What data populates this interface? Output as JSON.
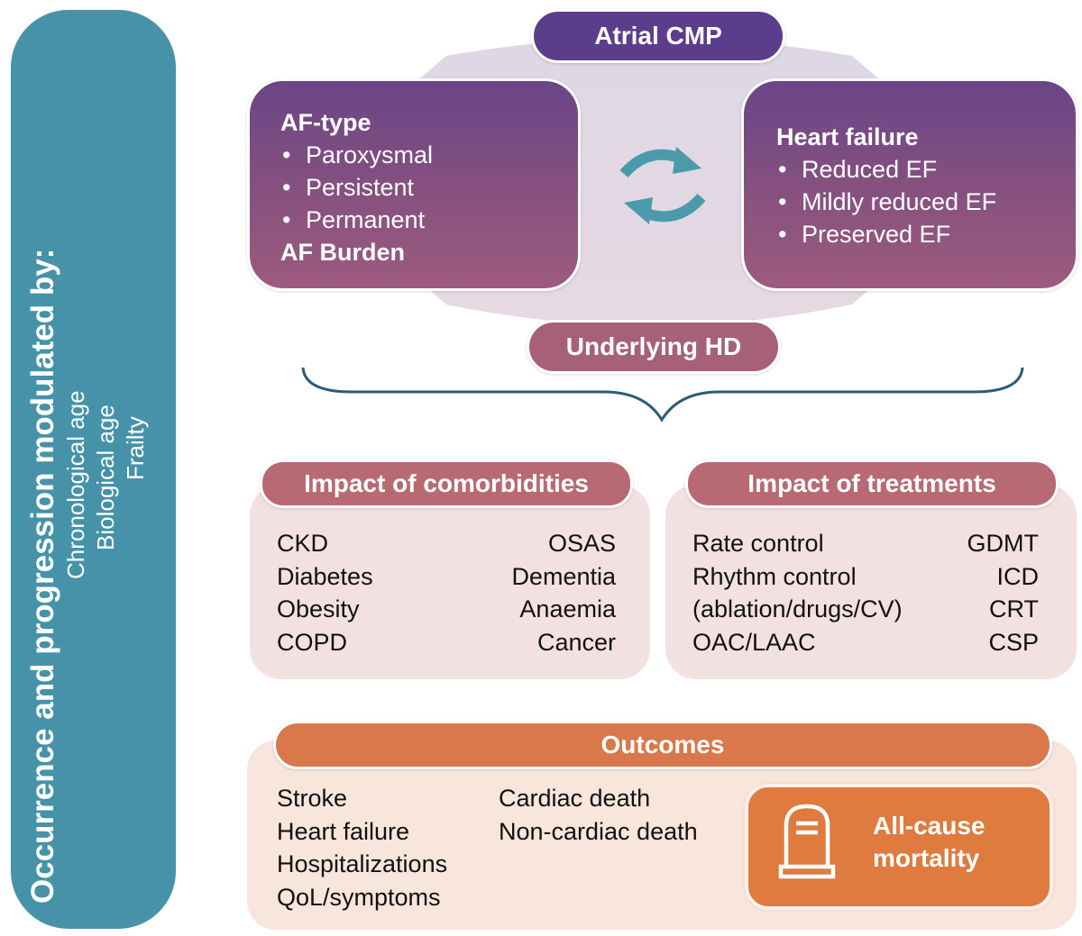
{
  "modulator": {
    "title": "Occurrence and progression modulated by:",
    "factors": [
      "Chronological age",
      "Biological age",
      "Frailty"
    ],
    "color": "#4692a9"
  },
  "core": {
    "top_label": "Atrial CMP",
    "bottom_label": "Underlying HD",
    "cycle_icon": "bidirectional-cycle-arrows",
    "af_box": {
      "heading": "AF-type",
      "bullet": "•",
      "items": [
        "Paroxysmal",
        "Persistent",
        "Permanent"
      ],
      "footer": "AF Burden"
    },
    "hf_box": {
      "heading": "Heart failure",
      "bullet": "•",
      "items": [
        "Reduced EF",
        "Mildly reduced EF",
        "Preserved EF"
      ]
    },
    "colors": {
      "purple": "#5c3d8b",
      "mauve": "#a66078",
      "cycle": "#4a9aaa"
    }
  },
  "comorbidities": {
    "title": "Impact of comorbidities",
    "left": [
      "CKD",
      "Diabetes",
      "Obesity",
      "COPD"
    ],
    "right": [
      "OSAS",
      "Dementia",
      "Anaemia",
      "Cancer"
    ]
  },
  "treatments": {
    "title": "Impact of treatments",
    "left": [
      "Rate control",
      "Rhythm control",
      "(ablation/drugs/CV)",
      "OAC/LAAC"
    ],
    "right": [
      "GDMT",
      "ICD",
      "CRT",
      "CSP"
    ]
  },
  "outcomes": {
    "title": "Outcomes",
    "col1": [
      "Stroke",
      "Heart failure",
      "Hospitalizations",
      "QoL/symptoms"
    ],
    "col2": [
      "Cardiac death",
      "Non-cardiac death"
    ],
    "highlight": {
      "icon": "tombstone-icon",
      "line1": "All-cause",
      "line2": "mortality"
    },
    "color": "#d9784a"
  }
}
